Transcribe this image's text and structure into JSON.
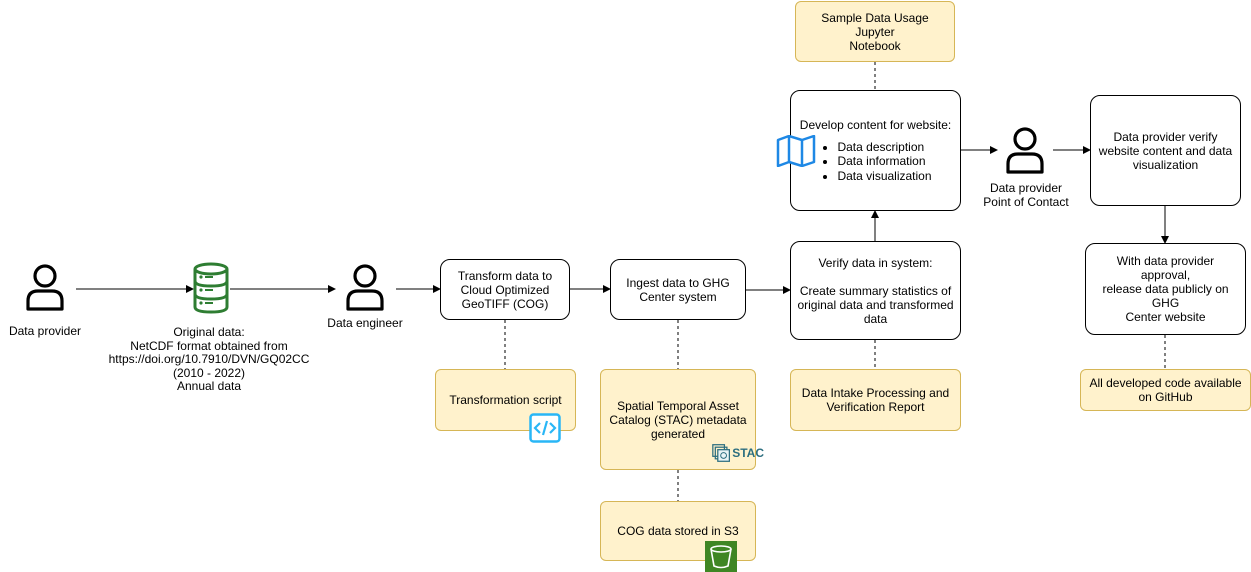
{
  "nodes": {
    "data_provider": "Data provider",
    "original_data": {
      "line1": "Original data:",
      "line2": "NetCDF format obtained from",
      "line3": "https://doi.org/10.7910/DVN/GQ02CC",
      "line4": "(2010 - 2022)",
      "line5": "Annual data"
    },
    "data_engineer": "Data engineer",
    "transform": "Transform data to\nCloud Optimized\nGeoTIFF (COG)",
    "transformation_script": "Transformation script",
    "ingest": "Ingest data to GHG\nCenter system",
    "stac": "Spatial Temporal Asset\nCatalog (STAC) metadata\ngenerated",
    "stac_logo_text": "STAC",
    "cog_s3": "COG data stored in S3",
    "verify": {
      "title": "Verify data in system:",
      "body": "Create summary statistics of\noriginal data and transformed\ndata"
    },
    "intake_report": "Data Intake Processing and\nVerification Report",
    "develop": {
      "title": "Develop content for website:",
      "items": [
        "Data description",
        "Data information",
        "Data visualization"
      ]
    },
    "jupyter": "Sample Data Usage Jupyter\nNotebook",
    "poc": "Data provider\nPoint of Contact",
    "provider_verify": "Data provider verify\nwebsite content and data\nvisualization",
    "release": "With data provider approval,\nrelease data publicly on GHG\nCenter website",
    "github": "All developed code available\non GitHub"
  },
  "colors": {
    "note_fill": "#fff2cc",
    "note_border": "#d6b656",
    "database_green": "#2e7d32",
    "map_blue": "#1e88e5",
    "code_blue": "#29b6f6",
    "s3_green": "#3f8624",
    "stac_teal": "#2c6e7f"
  },
  "icons": [
    "person-icon",
    "database-icon",
    "map-icon",
    "code-file-icon",
    "stac-logo-icon",
    "s3-bucket-icon"
  ]
}
